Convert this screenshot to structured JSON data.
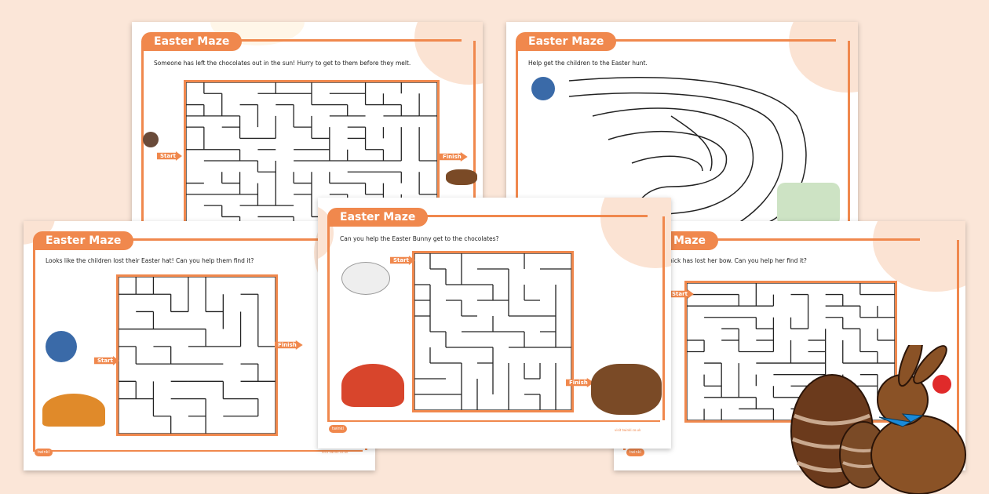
{
  "accent": "#f0884d",
  "pages": [
    {
      "title": "Easter Maze",
      "instruction": "Someone has left the chocolates out in the sun! Hurry to get to them before they melt.",
      "start": "Start",
      "finish": "Finish"
    },
    {
      "title": "Easter Maze",
      "instruction": "Help get the children to the Easter hunt."
    },
    {
      "title": "Easter Maze",
      "instruction": "Looks like the children lost their Easter hat! Can you help them find it?",
      "start": "Start",
      "finish": "Finish",
      "logo": "twinkl",
      "url": "visit twinkl.co.uk"
    },
    {
      "title": "Easter Maze",
      "instruction": "Can you help the Easter Bunny get to the chocolates?",
      "start": "Start",
      "finish": "Finish",
      "logo": "twinkl",
      "url": "visit twinkl.co.uk"
    },
    {
      "title": "Maze",
      "instruction": "hick has lost her bow. Can you help her find it?",
      "start": "Start",
      "logo": "twinkl"
    }
  ]
}
